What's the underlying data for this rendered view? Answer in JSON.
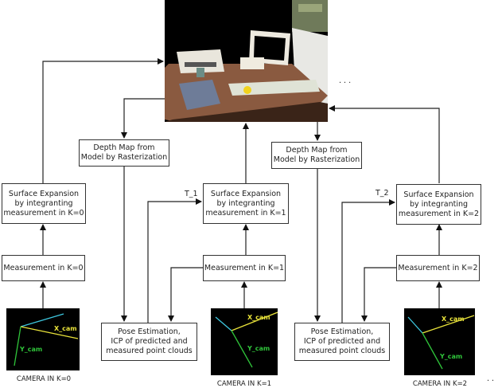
{
  "scene_image": {
    "description": "reconstructed 3D scene of a desk with printer, monitor, keyboard and papers"
  },
  "ellipsis_top": ". . .",
  "ellipsis_bottom": ". .",
  "surface_boxes": [
    {
      "text": "Surface Expansion\nby integranting\nmeasurement in K=0"
    },
    {
      "text": "Surface Expansion\nby integranting\nmeasurement in K=1"
    },
    {
      "text": "Surface Expansion\nby integranting\nmeasurement in K=2"
    }
  ],
  "measurement_boxes": [
    {
      "text": "Measurement in K=0"
    },
    {
      "text": "Measurement in K=1"
    },
    {
      "text": "Measurement in K=2"
    }
  ],
  "depth_boxes": [
    {
      "text": "Depth Map from\nModel by Rasterization"
    },
    {
      "text": "Depth Map from\nModel by Rasterization"
    }
  ],
  "pose_boxes": [
    {
      "text": "Pose Estimation,\nICP of predicted and\nmeasured point clouds"
    },
    {
      "text": "Pose Estimation,\nICP of predicted and\nmeasured point clouds"
    }
  ],
  "transform_labels": [
    "T_1",
    "T_2"
  ],
  "cameras": [
    {
      "caption": "CAMERA IN K=0",
      "x_label": "X_cam",
      "y_label": "Y_cam"
    },
    {
      "caption": "CAMERA IN K=1",
      "x_label": "X_cam",
      "y_label": "Y_cam"
    },
    {
      "caption": "CAMERA IN K=2",
      "x_label": "X_cam",
      "y_label": "Y_cam"
    }
  ],
  "colors": {
    "x_axis": "#e8e23a",
    "y_axis": "#2fc43a",
    "z_axis": "#3ec8e0",
    "line": "#222222"
  }
}
